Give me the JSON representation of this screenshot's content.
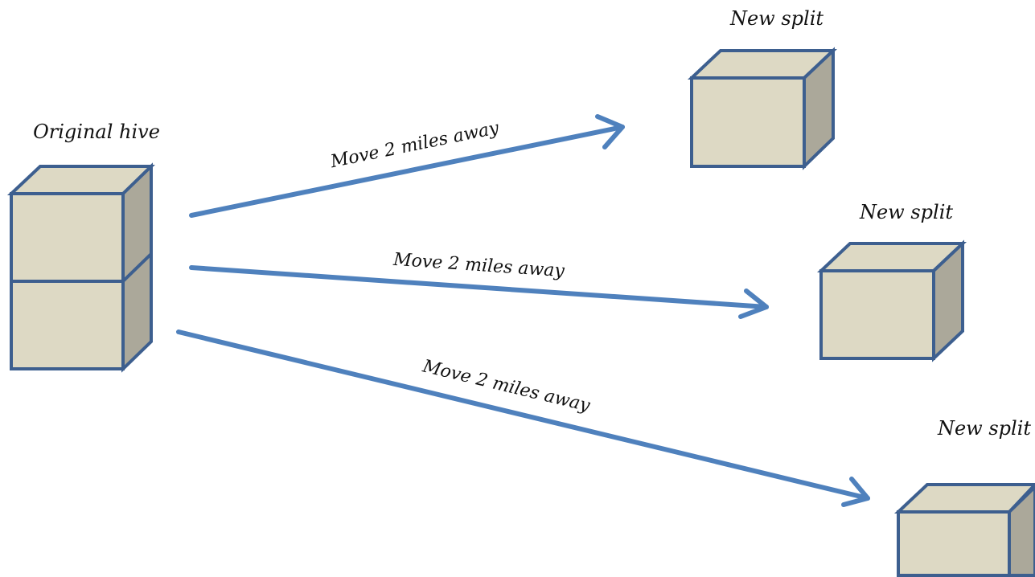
{
  "colors": {
    "box_front": "#ddd9c4",
    "box_top": "#ddd9c4",
    "box_side": "#aba89a",
    "box_stroke": "#3d5f8f",
    "arrow": "#4f81bd"
  },
  "original": {
    "label": "Original hive"
  },
  "splits": [
    {
      "label": "New split"
    },
    {
      "label": "New split"
    },
    {
      "label": "New split"
    }
  ],
  "arrows": [
    {
      "label": "Move 2 miles away"
    },
    {
      "label": "Move 2 miles away"
    },
    {
      "label": "Move 2 miles away"
    }
  ]
}
